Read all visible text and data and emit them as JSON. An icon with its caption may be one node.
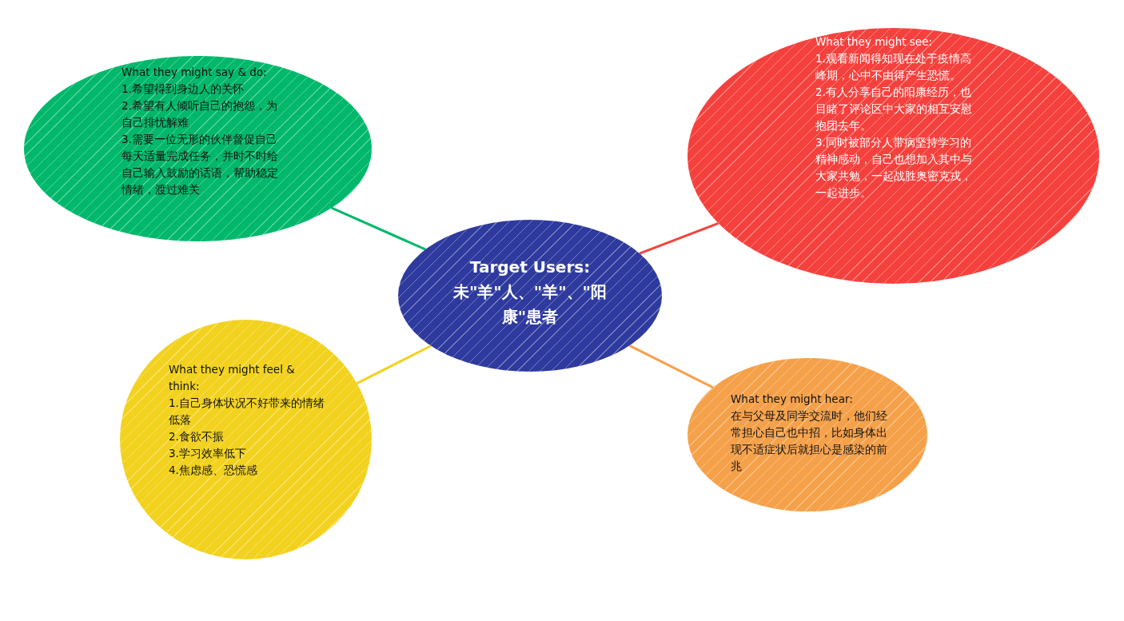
{
  "diagram": {
    "nodes": [
      {
        "text": [
          "Target Users:",
          "未\"羊\"人、\"羊\"、\"阳康\"患者"
        ]
      },
      {
        "text": [
          "What they might say & do:",
          "1.希望得到身边人的关怀",
          "2.希望有人倾听自己的抱怨，为自己排忧解难",
          "3.需要一位无形的伙伴督促自己每天适量完成任务，并时不时给自己输入鼓励的话语，帮助稳定情绪，渡过难关"
        ]
      },
      {
        "text": [
          "What they might see:",
          "1.观看新闻得知现在处于疫情高峰期，心中不由得产生恐慌。",
          "2.有人分享自己的阳康经历，也目睹了评论区中大家的相互安慰抱团去年。",
          "3.同时被部分人带病坚持学习的精神感动，自己也想加入其中与大家共勉，一起战胜奥密克戎，一起进步。"
        ]
      },
      {
        "text": [
          "What they might feel & think:",
          "1.自己身体状况不好带来的情绪低落",
          "2.食欲不振",
          "3.学习效率低下",
          "4.焦虑感、恐慌感"
        ]
      },
      {
        "text": [
          "What they might hear:",
          "在与父母及同学交流时，他们经常担心自己也中招，比如身体出现不适症状后就担心是感染的前兆"
        ]
      }
    ],
    "edges": [
      {
        "from": 0,
        "to": 1,
        "arrow": "none",
        "color": "#00b86b"
      },
      {
        "from": 0,
        "to": 2,
        "arrow": "none",
        "color": "#f5413d"
      },
      {
        "from": 0,
        "to": 3,
        "arrow": "none",
        "color": "#f2d21e"
      },
      {
        "from": 0,
        "to": 4,
        "arrow": "none",
        "color": "#f5a14a"
      }
    ]
  }
}
